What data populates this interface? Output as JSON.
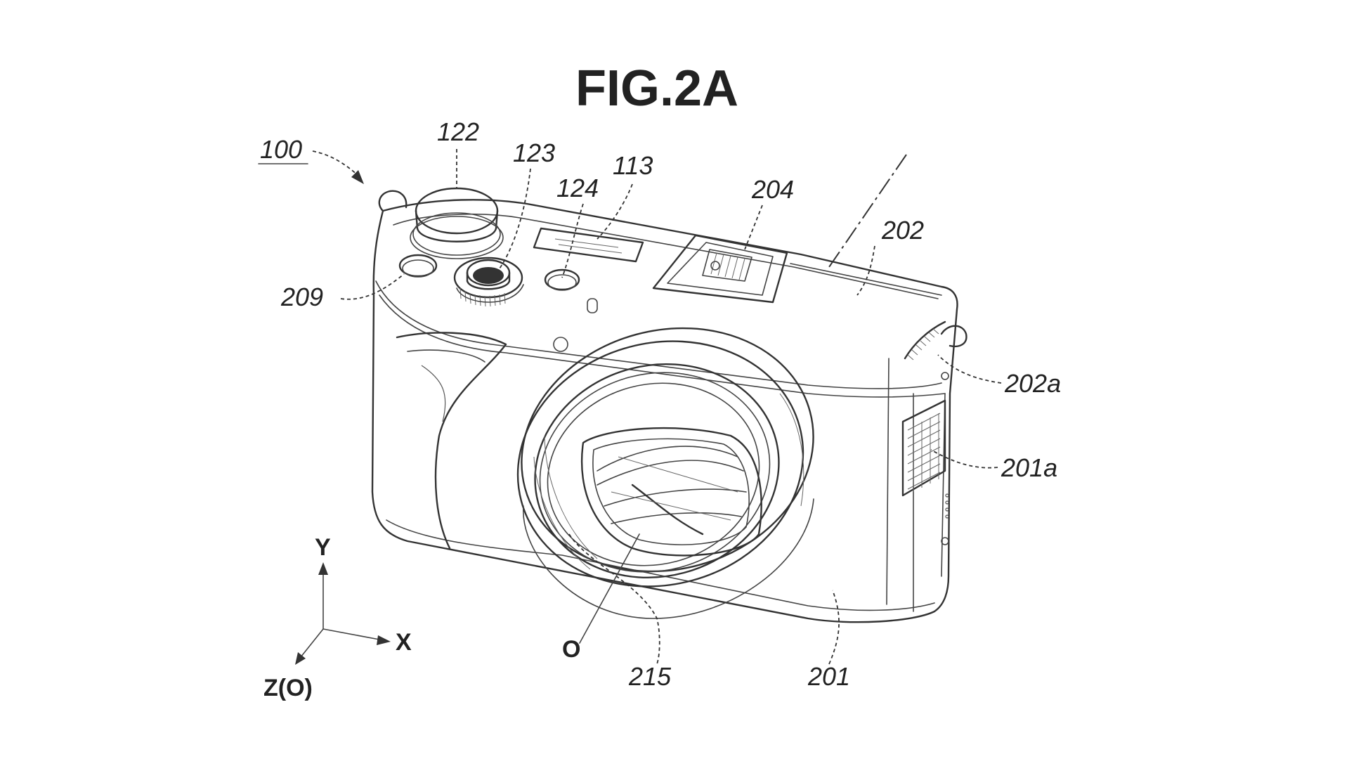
{
  "figure": {
    "title": "FIG.2A"
  },
  "reference_numerals": {
    "camera": "100",
    "release_button": "122",
    "dial": "123",
    "button_124": "124",
    "part_113": "113",
    "hot_shoe": "204",
    "top_cover": "202",
    "microphone_slot": "202a",
    "speaker_grille": "201a",
    "button_209": "209",
    "lens_barrel": "215",
    "body": "201",
    "optical_axis": "O"
  },
  "axes": {
    "y": "Y",
    "x": "X",
    "z": "Z(O)"
  }
}
